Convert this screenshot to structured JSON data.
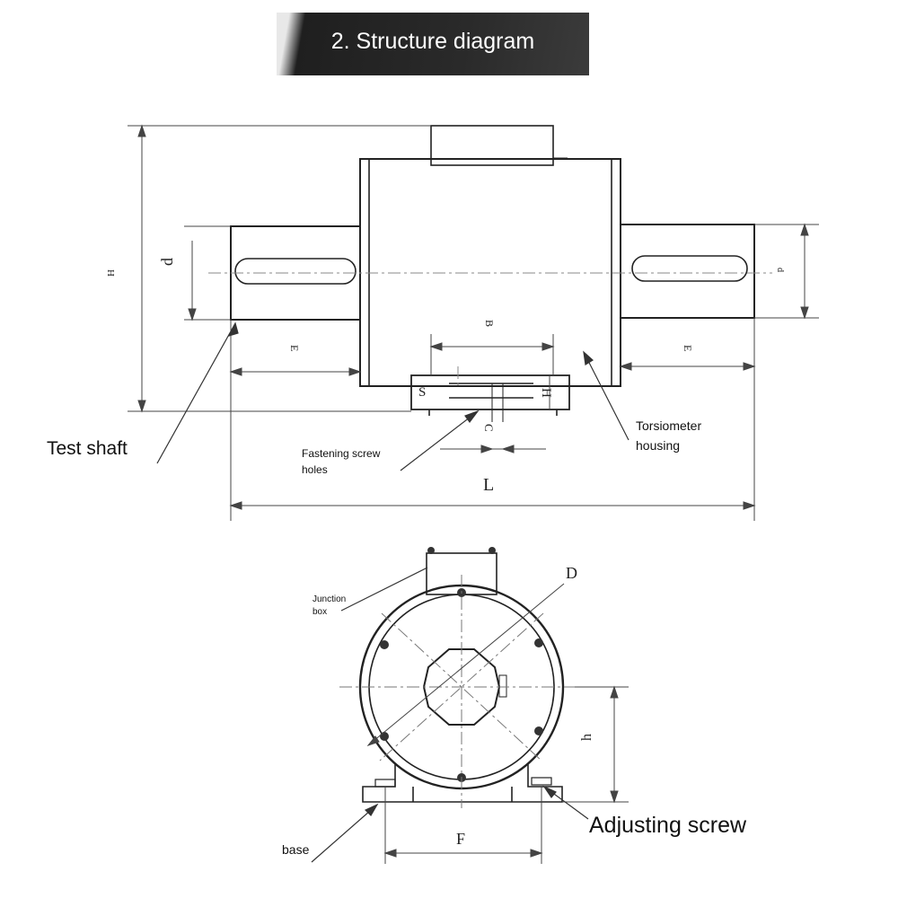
{
  "header": {
    "title": "2. Structure diagram"
  },
  "side_view": {
    "labels": {
      "test_shaft": "Test shaft",
      "fastening_1": "Fastening screw",
      "fastening_2": "holes",
      "torsiometer_1": "Torsiometer",
      "torsiometer_2": "housing"
    },
    "dimensions": {
      "H": "H",
      "d_left": "d",
      "d_right": "d",
      "E_left": "E",
      "E_right": "E",
      "B": "B",
      "C": "C",
      "L": "L",
      "S": "S",
      "H_small": "H"
    }
  },
  "front_view": {
    "labels": {
      "junction_1": "Junction",
      "junction_2": "box",
      "adjusting_screw": "Adjusting screw",
      "base": "base"
    },
    "dimensions": {
      "D": "D",
      "h": "h",
      "F": "F"
    }
  }
}
